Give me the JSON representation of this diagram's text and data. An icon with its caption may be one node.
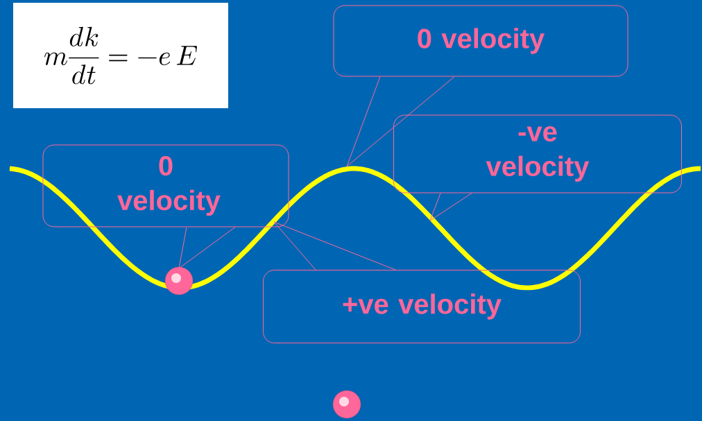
{
  "diagram": {
    "nodes": [
      {
        "text": [
          "m\\frac{dk}{dt}=-e\\,E"
        ]
      },
      {
        "text": [
          "0 velocity"
        ]
      },
      {
        "text": [
          "-ve velocity"
        ]
      },
      {
        "text": [
          "0 velocity"
        ]
      },
      {
        "text": [
          "+ve velocity"
        ]
      },
      {
        "text": [],
        "shape": "circle"
      },
      {
        "text": [],
        "shape": "circle"
      }
    ],
    "edges": [
      {
        "from": 1,
        "to": null,
        "arrow": "none"
      },
      {
        "from": 2,
        "to": null,
        "arrow": "none"
      },
      {
        "from": 3,
        "to": 5,
        "arrow": "none"
      },
      {
        "from": 4,
        "to": null,
        "arrow": "none"
      }
    ]
  }
}
